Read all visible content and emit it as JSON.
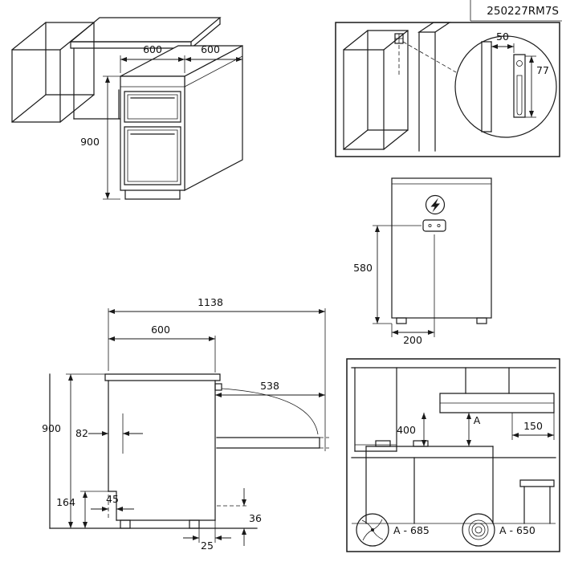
{
  "title_block": {
    "code": "250227RM7S"
  },
  "colors": {
    "line": "#1a1a1a",
    "background": "#ffffff"
  },
  "isometric_view": {
    "dim_width": "600",
    "dim_depth": "600",
    "dim_height": "900"
  },
  "bracket_detail": {
    "dim_offset": "50",
    "dim_height": "77",
    "icons": [
      "screw-icon",
      "anti-tip-bracket-icon"
    ]
  },
  "front_view": {
    "dim_socket_height": "580",
    "dim_socket_offset": "200",
    "icons": [
      "lightning-icon",
      "power-socket-icon"
    ]
  },
  "side_view": {
    "dim_total_depth": "1138",
    "dim_body_depth": "600",
    "dim_door_open": "538",
    "dim_height": "900",
    "dim_back_clearance": "82",
    "dim_plinth_height": "164",
    "dim_plinth_recess": "45",
    "dim_foot_inset": "25",
    "dim_door_gap": "36"
  },
  "clearance_view": {
    "dim_hob_to_hood": "400",
    "dim_hood_label": "A",
    "dim_hood_side": "150",
    "legend": [
      {
        "icon": "fan-icon",
        "label": "A - 685"
      },
      {
        "icon": "coil-icon",
        "label": "A - 650"
      }
    ]
  }
}
